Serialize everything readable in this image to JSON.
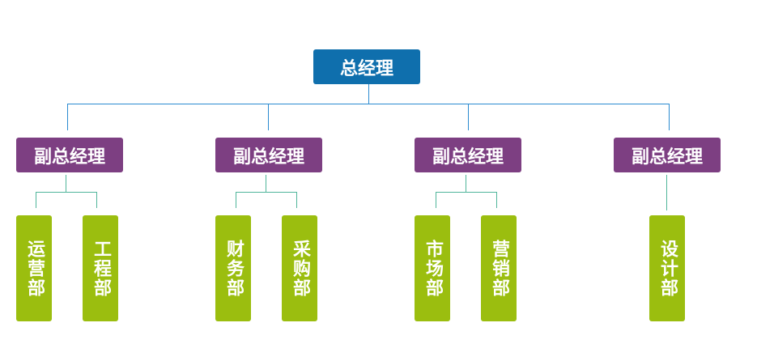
{
  "ceo": {
    "label": "总经理"
  },
  "vps": [
    {
      "label": "副总经理",
      "departments": [
        "运营部",
        "工程部"
      ]
    },
    {
      "label": "副总经理",
      "departments": [
        "财务部",
        "采购部"
      ]
    },
    {
      "label": "副总经理",
      "departments": [
        "市场部",
        "营销部"
      ]
    },
    {
      "label": "副总经理",
      "departments": [
        "设计部"
      ]
    }
  ],
  "colors": {
    "ceo": "#0f6fad",
    "vp": "#7d3f82",
    "department": "#9bbe0f",
    "line_top": "#2a8ad0",
    "line_sub": "#4fb59a"
  }
}
